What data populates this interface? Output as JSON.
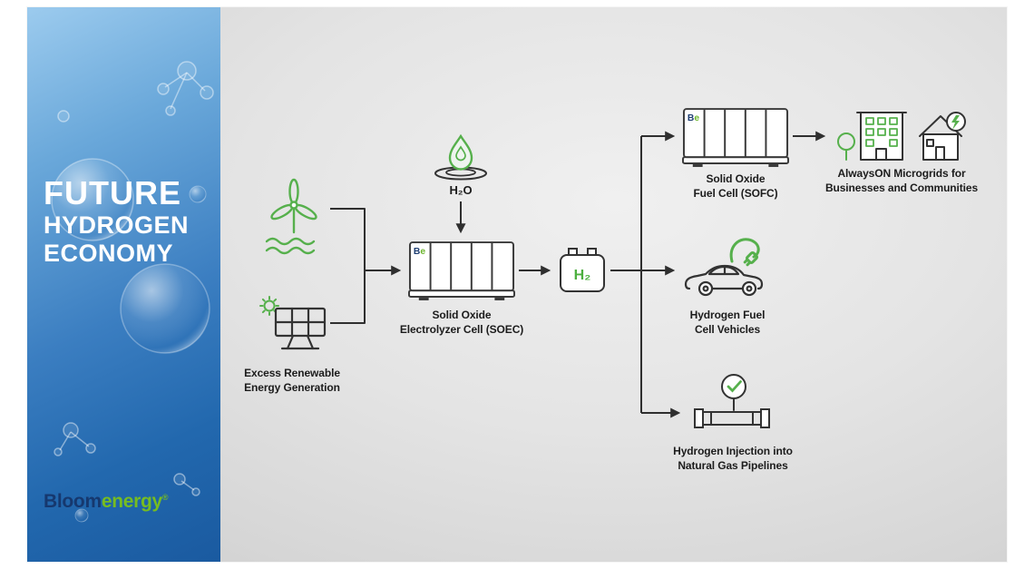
{
  "slide": {
    "sidebar": {
      "title_line1": "FUTURE",
      "title_line2": "HYDROGEN",
      "title_line3": "ECONOMY",
      "logo_bloom": "Bloom",
      "logo_energy": "energy",
      "logo_mark": "®"
    },
    "diagram": {
      "renewables_label": "Excess Renewable\nEnergy Generation",
      "h2o_label": "H₂O",
      "soec_label": "Solid Oxide\nElectrolyzer Cell (SOEC)",
      "h2_label": "H₂",
      "sofc_label": "Solid Oxide\nFuel Cell (SOFC)",
      "microgrid_label": "AlwaysON Microgrids for\nBusinesses and Communities",
      "vehicles_label": "Hydrogen Fuel\nCell Vehicles",
      "pipeline_label": "Hydrogen Injection into\nNatural Gas Pipelines",
      "be_logo_b": "B",
      "be_logo_e": "e"
    },
    "colors": {
      "icon_green": "#56b04c",
      "brand_green": "#76bc21",
      "navy": "#16386e",
      "line_dark": "#2f2f2f"
    }
  }
}
